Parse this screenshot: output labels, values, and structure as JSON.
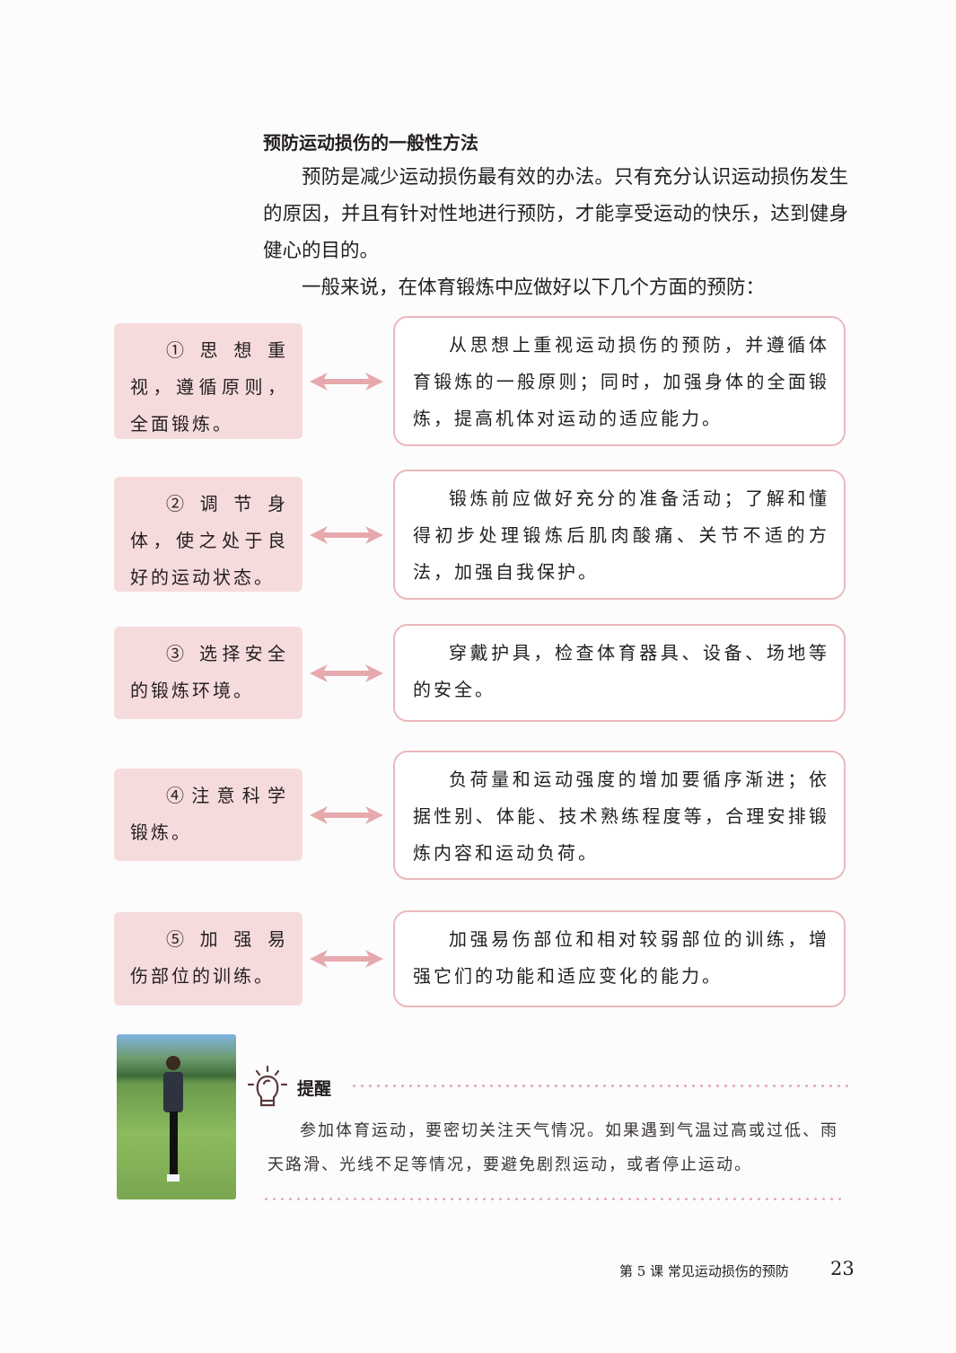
{
  "heading": "预防运动损伤的一般性方法",
  "paragraphs": [
    "预防是减少运动损伤最有效的办法。只有充分认识运动损伤发生的原因，并且有针对性地进行预防，才能享受运动的快乐，达到健身健心的目的。",
    "一般来说，在体育锻炼中应做好以下几个方面的预防："
  ],
  "items": [
    {
      "label": "① 思 想 重视，遵循原则，全面锻炼。",
      "detail": "从思想上重视运动损伤的预防，并遵循体育锻炼的一般原则；同时，加强身体的全面锻炼，提高机体对运动的适应能力。"
    },
    {
      "label": "② 调 节 身体，使之处于良好的运动状态。",
      "detail": "锻炼前应做好充分的准备活动；了解和懂得初步处理锻炼后肌肉酸痛、关节不适的方法，加强自我保护。"
    },
    {
      "label": "③ 选择安全的锻炼环境。",
      "detail": "穿戴护具，检查体育器具、设备、场地等的安全。"
    },
    {
      "label": "④注意科学锻炼。",
      "detail": "负荷量和运动强度的增加要循序渐进；依据性别、体能、技术熟练程度等，合理安排锻炼内容和运动负荷。"
    },
    {
      "label": "⑤ 加 强 易伤部位的训练。",
      "detail": "加强易伤部位和相对较弱部位的训练，增强它们的功能和适应变化的能力。"
    }
  ],
  "tip": {
    "icon": "lightbulb-icon",
    "title": "提醒",
    "text": "参加体育运动，要密切关注天气情况。如果遇到气温过高或过低、雨天路滑、光线不足等情况，要避免剧烈运动，或者停止运动。"
  },
  "footer": {
    "lesson": "第 5 课  常见运动损伤的预防",
    "page": "23"
  },
  "colors": {
    "pink_fill": "#f6dbdd",
    "pink_border": "#eab8bc",
    "arrow": "#e6a9ad"
  }
}
